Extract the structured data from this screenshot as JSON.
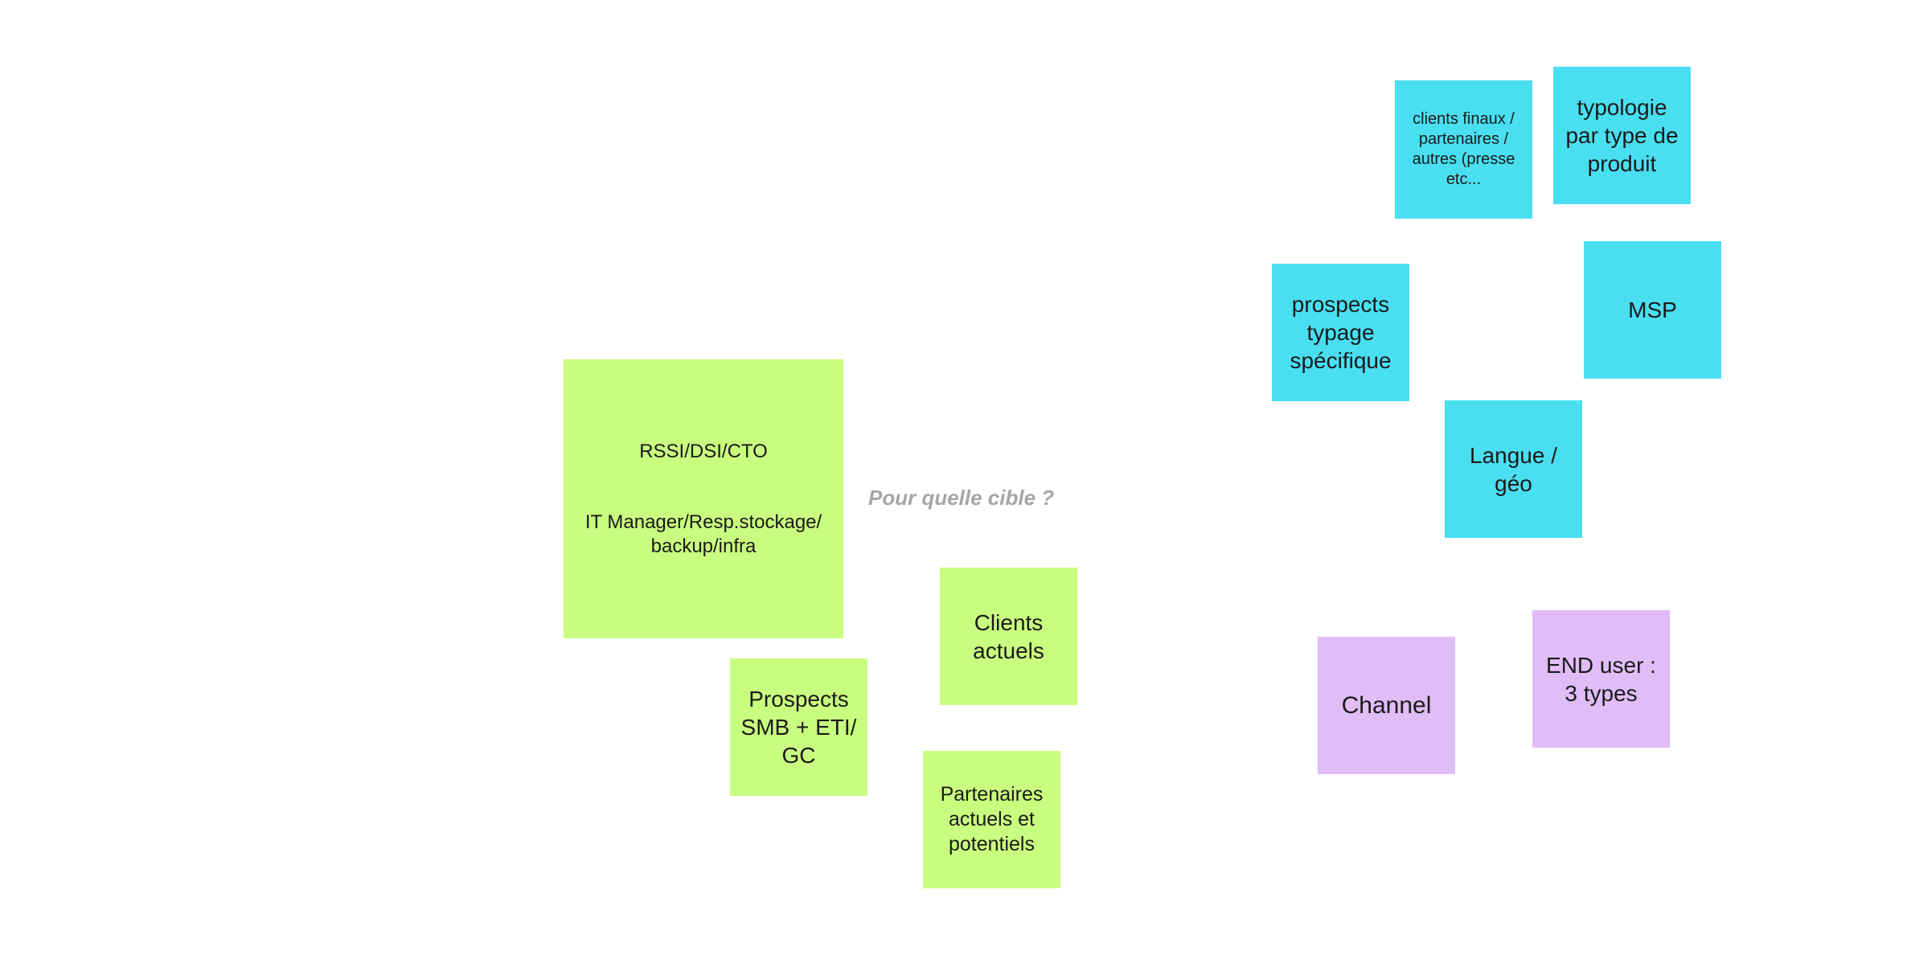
{
  "board": {
    "question": "Pour quelle cible ?",
    "stickies": {
      "rssi": {
        "line1": "RSSI/DSI/CTO",
        "line2": "IT Manager/Resp.stockage/\nbackup/infra",
        "color": "#c9fd7f"
      },
      "clients_actuels": {
        "text": "Clients\nactuels",
        "color": "#c9fd7f"
      },
      "prospects_smb": {
        "text": "Prospects\nSMB + ETI/\nGC",
        "color": "#c9fd7f"
      },
      "partenaires": {
        "text": "Partenaires\nactuels et\npotentiels",
        "color": "#c9fd7f"
      },
      "clients_finaux": {
        "text": "clients finaux /\npartenaires /\nautres (presse\netc...",
        "color": "#49dff1"
      },
      "typologie": {
        "text": "typologie\npar type de\nproduit",
        "color": "#49dff1"
      },
      "prospects_typage": {
        "text": "prospects\ntypage\nspécifique",
        "color": "#49dff1"
      },
      "msp": {
        "text": "MSP",
        "color": "#49dff1"
      },
      "langue_geo": {
        "text": "Langue /\ngéo",
        "color": "#49dff1"
      },
      "channel": {
        "text": "Channel",
        "color": "#e0bdf7"
      },
      "end_user": {
        "text": "END user :\n3 types",
        "color": "#e0bdf7"
      }
    }
  }
}
